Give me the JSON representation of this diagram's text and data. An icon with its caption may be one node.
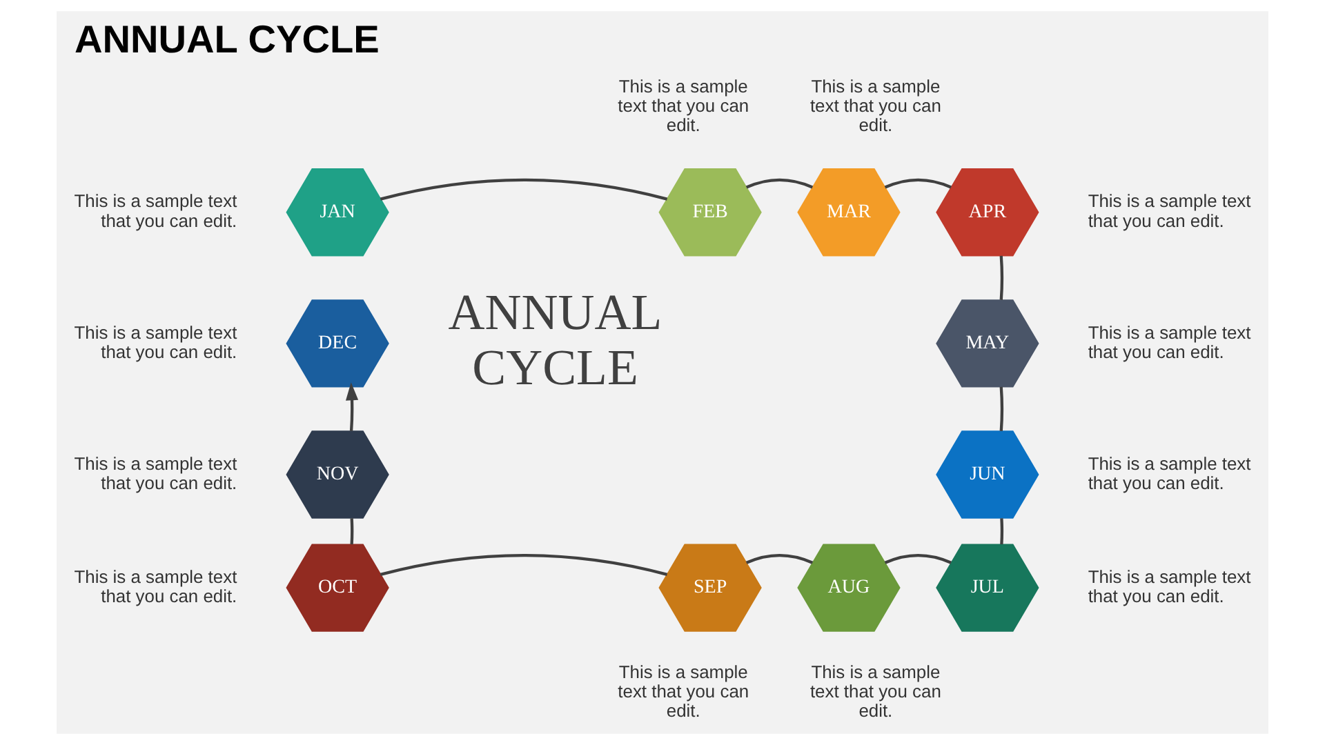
{
  "diagram": {
    "title": "ANNUAL CYCLE",
    "nodes": [
      {
        "text": [
          "JAN"
        ],
        "beside": [
          "This is a sample text that you can edit."
        ]
      },
      {
        "text": [
          "FEB"
        ],
        "beside": [
          "This is a sample text that you can edit."
        ]
      },
      {
        "text": [
          "MAR"
        ],
        "beside": [
          "This is a sample text that you can edit."
        ]
      },
      {
        "text": [
          "APR"
        ],
        "beside": [
          "This is a sample text that you can edit."
        ]
      },
      {
        "text": [
          "MAY"
        ],
        "beside": [
          "This is a sample text that you can edit."
        ]
      },
      {
        "text": [
          "JUN"
        ],
        "beside": [
          "This is a sample text that you can edit."
        ]
      },
      {
        "text": [
          "JUL"
        ],
        "beside": [
          "This is a sample text that you can edit."
        ]
      },
      {
        "text": [
          "AUG"
        ],
        "beside": [
          "This is a sample text that you can edit."
        ]
      },
      {
        "text": [
          "SEP"
        ],
        "beside": [
          "This is a sample text that you can edit."
        ]
      },
      {
        "text": [
          "OCT"
        ],
        "beside": [
          "This is a sample text that you can edit."
        ]
      },
      {
        "text": [
          "NOV"
        ],
        "beside": [
          "This is a sample text that you can edit."
        ]
      },
      {
        "text": [
          "DEC"
        ],
        "beside": [
          "This is a sample text that you can edit."
        ]
      }
    ],
    "edges": [
      {
        "from": 0,
        "to": 1,
        "arrow": "none"
      },
      {
        "from": 1,
        "to": 2,
        "arrow": "none"
      },
      {
        "from": 2,
        "to": 3,
        "arrow": "none"
      },
      {
        "from": 3,
        "to": 4,
        "arrow": "none"
      },
      {
        "from": 4,
        "to": 5,
        "arrow": "none"
      },
      {
        "from": 5,
        "to": 6,
        "arrow": "none"
      },
      {
        "from": 6,
        "to": 7,
        "arrow": "none"
      },
      {
        "from": 7,
        "to": 8,
        "arrow": "none"
      },
      {
        "from": 8,
        "to": 9,
        "arrow": "none"
      },
      {
        "from": 9,
        "to": 10,
        "arrow": "none"
      },
      {
        "from": 10,
        "to": 11,
        "arrow": "to"
      }
    ],
    "labels": [
      "ANNUAL CYCLE"
    ]
  }
}
